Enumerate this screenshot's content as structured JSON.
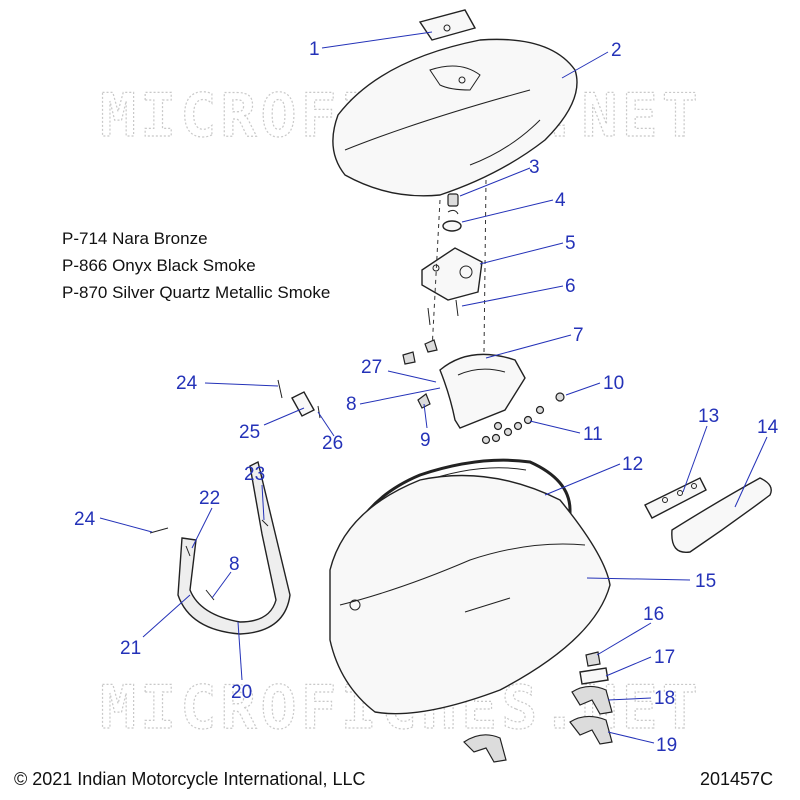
{
  "watermark_text": "MICROFICHES.NET",
  "color_notes": [
    "P-714 Nara Bronze",
    "P-866 Onyx Black Smoke",
    "P-870 Silver Quartz Metallic Smoke"
  ],
  "callouts": [
    "1",
    "2",
    "3",
    "4",
    "5",
    "6",
    "7",
    "27",
    "8",
    "9",
    "10",
    "11",
    "24",
    "25",
    "26",
    "12",
    "13",
    "14",
    "23",
    "22",
    "24",
    "8",
    "21",
    "20",
    "15",
    "16",
    "17",
    "18",
    "19"
  ],
  "footer": {
    "copyright": "© 2021 Indian Motorcycle International, LLC",
    "diagram_code": "201457C"
  },
  "colors": {
    "callout": "#2432b8",
    "line": "#222222",
    "watermark": "#c9c9c9"
  }
}
